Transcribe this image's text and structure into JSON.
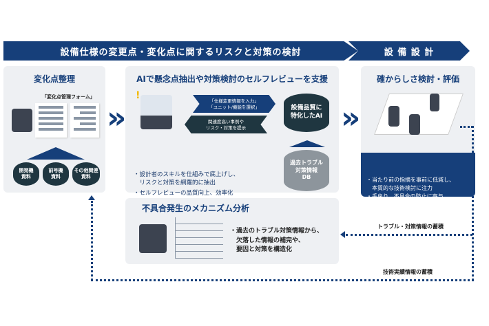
{
  "header": {
    "main": "設備仕様の変更点・変化点に関するリスクと対策の検討",
    "design": "設 備 設 計"
  },
  "left": {
    "title": "変化点整理",
    "form_label": "「変化点管理フォーム」",
    "dbs": [
      "開発機\n資料",
      "前号機\n資料",
      "その他関連\n資料"
    ]
  },
  "middle": {
    "title": "AIで懸念点抽出や対策検討のセルフレビューを支援",
    "arrow_in": [
      "「仕様変更情報を入力」",
      "「ユニット/機能を選択」"
    ],
    "arrow_out": [
      "関連度高い事例や",
      "リスク・対策を提示"
    ],
    "ai_db": "設備品質に\n特化したAI",
    "trouble_db": "過去トラブル\n対策情報\nDB",
    "bullets": [
      "・設計者のスキルを仕組みで底上げし、\n　リスクと対策を網羅的に抽出",
      "・セルフレビューの品質向上、効率化"
    ]
  },
  "bottom": {
    "title": "不具合発生のメカニズム分析",
    "text": "・過去のトラブル対策情報から、\n　欠落した情報の補完や、\n　要因と対策を構造化"
  },
  "right": {
    "title": "確からしさ検討・評価",
    "bullets": [
      "・当たり前の指摘を事前に低減し、\n　本質的な技術検討に注力",
      "・手戻り、不具合の防止に寄与"
    ]
  },
  "flows": {
    "trouble": "トラブル・対策情報の蓄積",
    "tech": "技術実績情報の蓄積"
  },
  "colors": {
    "navy": "#163f7a",
    "dark_teal": "#1f3640",
    "panel": "#eef0f3"
  }
}
